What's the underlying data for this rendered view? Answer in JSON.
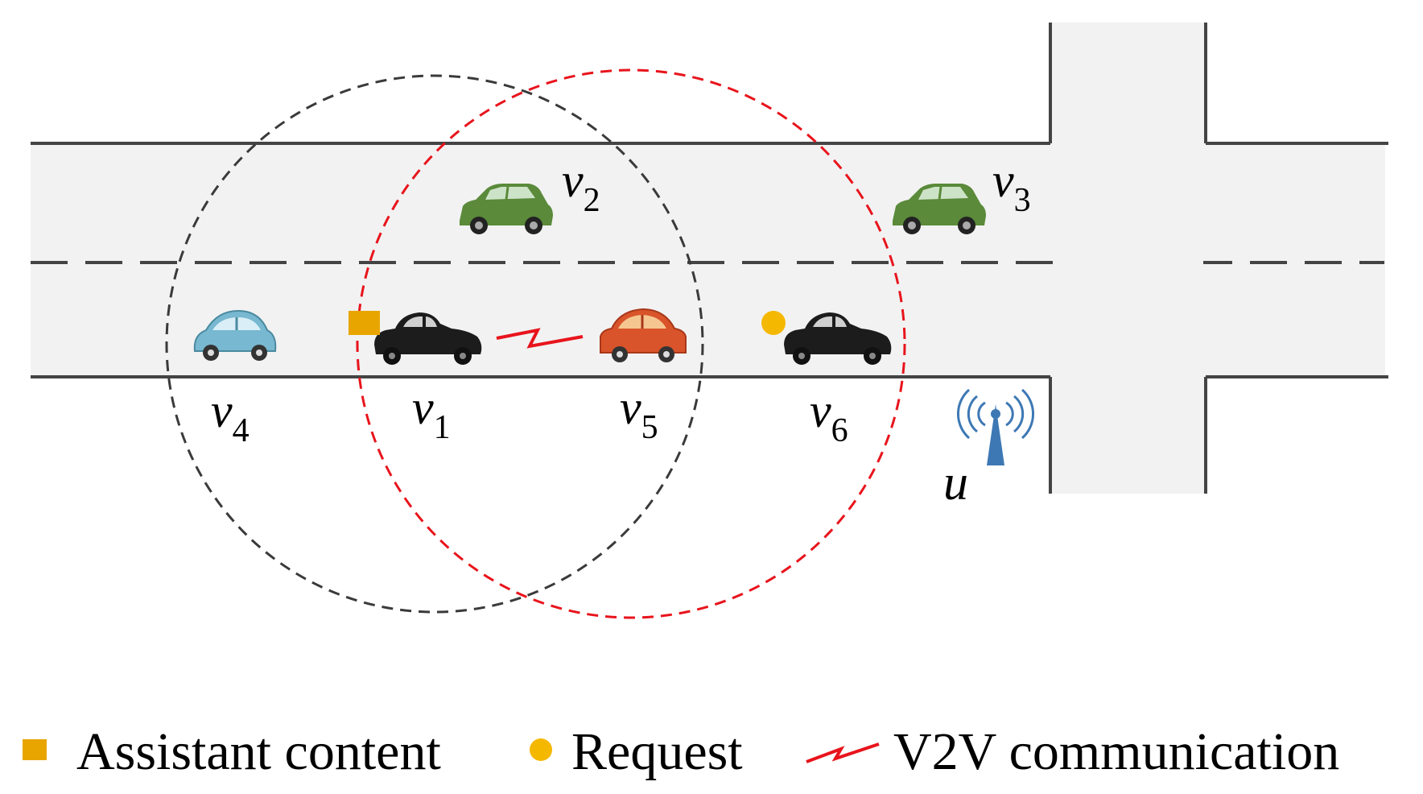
{
  "colors": {
    "road_fill": "#f2f2f2",
    "road_edge": "#444444",
    "circle_gray": "#3a3a3a",
    "circle_red": "#e8141c",
    "assistant": "#e8a500",
    "request": "#f5b800",
    "v2v": "#e8141c",
    "antenna": "#3d78b4",
    "car_black": "#1c1c1c",
    "car_green": "#5a8a3a",
    "car_blue": "#78b8d0",
    "car_orange": "#d9542a"
  },
  "vehicles": [
    {
      "id": "v1",
      "base": "v",
      "sub": "1",
      "style": "car-black"
    },
    {
      "id": "v2",
      "base": "v",
      "sub": "2",
      "style": "car-green"
    },
    {
      "id": "v3",
      "base": "v",
      "sub": "3",
      "style": "car-green"
    },
    {
      "id": "v4",
      "base": "v",
      "sub": "4",
      "style": "car-blue"
    },
    {
      "id": "v5",
      "base": "v",
      "sub": "5",
      "style": "car-orange"
    },
    {
      "id": "v6",
      "base": "v",
      "sub": "6",
      "style": "car-black"
    }
  ],
  "rsu": {
    "label": "u",
    "icon": "antenna-icon"
  },
  "legend": {
    "assistant_label": "Assistant content",
    "request_label": "Request",
    "v2v_label": "V2V communication"
  }
}
